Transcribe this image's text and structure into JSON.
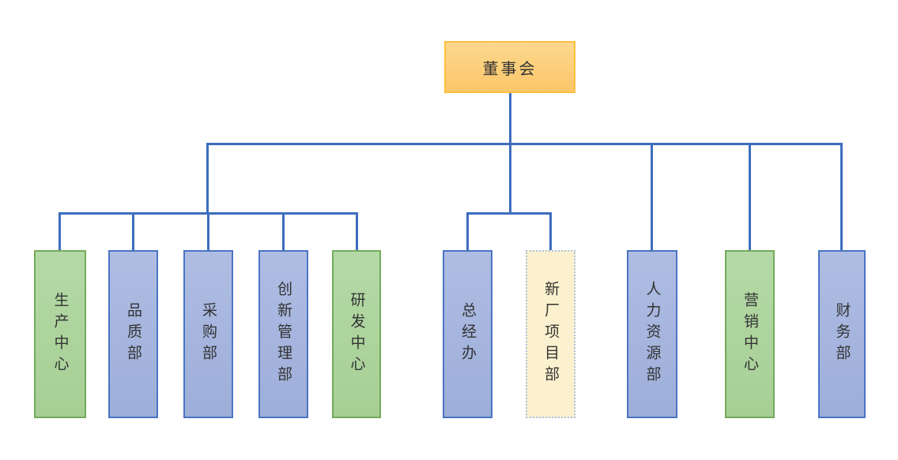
{
  "diagram": {
    "type": "org-chart",
    "root": {
      "label": "董事会",
      "style": "orange"
    },
    "groups": [
      {
        "name": "left-branch",
        "parent": "董事会",
        "department_indexes": [
          0,
          1,
          2,
          3,
          4
        ]
      },
      {
        "name": "middle-branch",
        "parent": "董事会",
        "department_indexes": [
          5,
          6
        ]
      },
      {
        "name": "direct-reports",
        "parent": "董事会",
        "department_indexes": [
          7,
          8,
          9
        ]
      }
    ]
  },
  "departments": [
    {
      "label": "生产中心",
      "style": "green"
    },
    {
      "label": "品质部",
      "style": "blue"
    },
    {
      "label": "采购部",
      "style": "blue"
    },
    {
      "label": "创新管理部",
      "style": "blue"
    },
    {
      "label": "研发中心",
      "style": "green"
    },
    {
      "label": "总经办",
      "style": "blue"
    },
    {
      "label": "新厂项目部",
      "style": "cream"
    },
    {
      "label": "人力资源部",
      "style": "blue"
    },
    {
      "label": "营销中心",
      "style": "green"
    },
    {
      "label": "财务部",
      "style": "blue"
    }
  ],
  "colors": {
    "connector": "#3E6DBF",
    "orange_fill_top": "#FDD88E",
    "orange_fill_bottom": "#FBC669",
    "orange_border": "#FFBF3F",
    "blue_fill_top": "#AFBDE3",
    "blue_fill_bottom": "#9DAED9",
    "blue_border": "#4B74C4",
    "green_fill_top": "#B5D9A6",
    "green_fill_bottom": "#A6CF95",
    "green_border": "#74AA5C",
    "cream_fill": "#FCF1CE",
    "cream_border": "#A8C2E4",
    "text": "#333333"
  }
}
